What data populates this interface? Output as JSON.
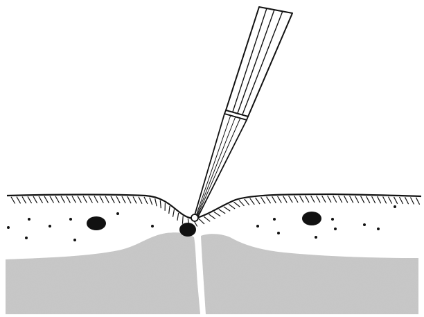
{
  "diagram": {
    "labels": [],
    "colors": {
      "background": "#ffffff",
      "ink": "#111111",
      "bone": "#c9c9c9",
      "bone_texture": "#b3b3b3",
      "pipette_fill": "#ffffff"
    },
    "elements": [
      "pipette",
      "tissue-surface-line",
      "surface-hatching",
      "tissue-particles",
      "bone-block-left",
      "bone-block-right",
      "black-nodules"
    ]
  }
}
